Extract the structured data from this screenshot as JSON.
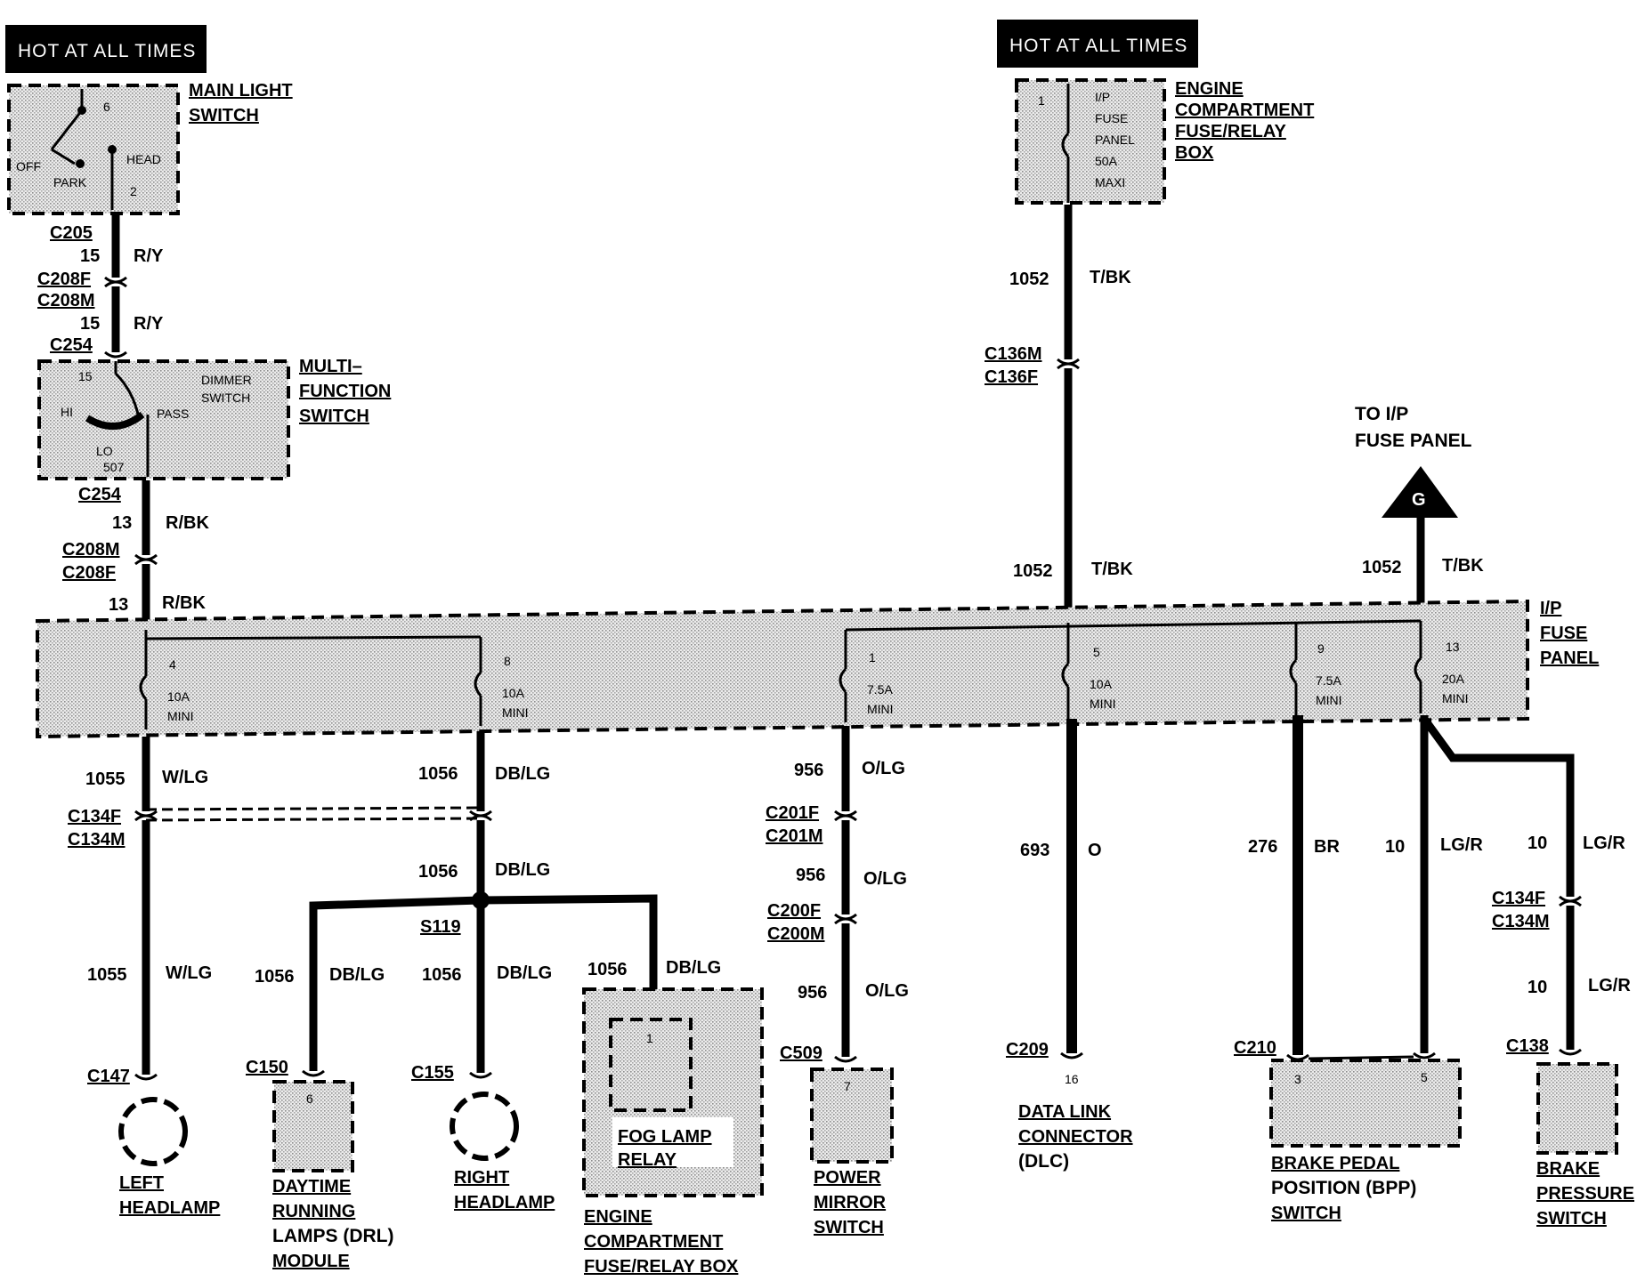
{
  "header_left": "HOT AT ALL TIMES",
  "header_right": "HOT AT ALL TIMES",
  "main_light_switch": {
    "name_l1": "MAIN LIGHT",
    "name_l2": "SWITCH",
    "pin_top": "6",
    "pin_bottom": "2",
    "pos_off": "OFF",
    "pos_park": "PARK",
    "pos_head": "HEAD"
  },
  "multi_function_switch": {
    "name_l1": "MULTI–",
    "name_l2": "FUNCTION",
    "name_l3": "SWITCH",
    "pin_in": "15",
    "pin_out": "507",
    "dimmer_l1": "DIMMER",
    "dimmer_l2": "SWITCH",
    "pos_hi": "HI",
    "pos_pass": "PASS",
    "pos_lo": "LO"
  },
  "engine_box_top": {
    "name_l1": "ENGINE",
    "name_l2": "COMPARTMENT",
    "name_l3": "FUSE/RELAY",
    "name_l4": "BOX",
    "pin": "1",
    "fuse_l1": "I/P",
    "fuse_l2": "FUSE",
    "fuse_l3": "PANEL",
    "fuse_l4": "50A",
    "fuse_l5": "MAXI"
  },
  "to_ip": {
    "l1": "TO I/P",
    "l2": "FUSE PANEL",
    "symbol": "G"
  },
  "ip_fuse_panel": {
    "name_l1": "I/P",
    "name_l2": "FUSE",
    "name_l3": "PANEL",
    "fuses": [
      {
        "num": "4",
        "rating": "10A",
        "type": "MINI"
      },
      {
        "num": "8",
        "rating": "10A",
        "type": "MINI"
      },
      {
        "num": "1",
        "rating": "7.5A",
        "type": "MINI"
      },
      {
        "num": "5",
        "rating": "10A",
        "type": "MINI"
      },
      {
        "num": "9",
        "rating": "7.5A",
        "type": "MINI"
      },
      {
        "num": "13",
        "rating": "20A",
        "type": "MINI"
      }
    ]
  },
  "connectors": {
    "c205": "C205",
    "c208f_a": "C208F",
    "c208m_a": "C208M",
    "c254_a": "C254",
    "c254_b": "C254",
    "c208m_b": "C208M",
    "c208f_b": "C208F",
    "c136m": "C136M",
    "c136f": "C136F",
    "c134f_a": "C134F",
    "c134m_a": "C134M",
    "s119": "S119",
    "c201f": "C201F",
    "c201m": "C201M",
    "c200f": "C200F",
    "c200m": "C200M",
    "c147": "C147",
    "c150": "C150",
    "c155": "C155",
    "c509": "C509",
    "c209": "C209",
    "c210": "C210",
    "c134f_b": "C134F",
    "c134m_b": "C134M",
    "c138": "C138"
  },
  "wires": {
    "w1_num": "15",
    "w1_col": "R/Y",
    "w2_num": "15",
    "w2_col": "R/Y",
    "w3_num": "13",
    "w3_col": "R/BK",
    "w4_num": "13",
    "w4_col": "R/BK",
    "w5_num": "1052",
    "w5_col": "T/BK",
    "w6_num": "1052",
    "w6_col": "T/BK",
    "w7_num": "1052",
    "w7_col": "T/BK",
    "w8_num": "1055",
    "w8_col": "W/LG",
    "w9_num": "1055",
    "w9_col": "W/LG",
    "w10_num": "1056",
    "w10_col": "DB/LG",
    "w11_num": "1056",
    "w11_col": "DB/LG",
    "w12_num": "1056",
    "w12_col": "DB/LG",
    "w13_num": "1056",
    "w13_col": "DB/LG",
    "w14_num": "1056",
    "w14_col": "DB/LG",
    "w15_num": "956",
    "w15_col": "O/LG",
    "w16_num": "956",
    "w16_col": "O/LG",
    "w17_num": "956",
    "w17_col": "O/LG",
    "w18_num": "693",
    "w18_col": "O",
    "w19_num": "276",
    "w19_col": "BR",
    "w20_num": "10",
    "w20_col": "LG/R",
    "w21_num": "10",
    "w21_col": "LG/R",
    "w22_num": "10",
    "w22_col": "LG/R"
  },
  "components": {
    "left_hl_l1": "LEFT",
    "left_hl_l2": "HEADLAMP",
    "drl_pin": "6",
    "drl_l1": "DAYTIME",
    "drl_l2": "RUNNING",
    "drl_l3": "LAMPS (DRL)",
    "drl_l4": "MODULE",
    "right_hl_l1": "RIGHT",
    "right_hl_l2": "HEADLAMP",
    "fog_pin": "1",
    "fog_l1": "FOG LAMP",
    "fog_l2": "RELAY",
    "eng_l1": "ENGINE",
    "eng_l2": "COMPARTMENT",
    "eng_l3": "FUSE/RELAY BOX",
    "mirror_pin": "7",
    "mirror_l1": "POWER",
    "mirror_l2": "MIRROR",
    "mirror_l3": "SWITCH",
    "dlc_pin": "16",
    "dlc_l1": "DATA LINK",
    "dlc_l2": "CONNECTOR",
    "dlc_l3": "(DLC)",
    "bpp_pin_a": "3",
    "bpp_pin_b": "5",
    "bpp_l1": "BRAKE PEDAL",
    "bpp_l2": "POSITION (BPP)",
    "bpp_l3": "SWITCH",
    "bps_l1": "BRAKE",
    "bps_l2": "PRESSURE",
    "bps_l3": "SWITCH"
  }
}
